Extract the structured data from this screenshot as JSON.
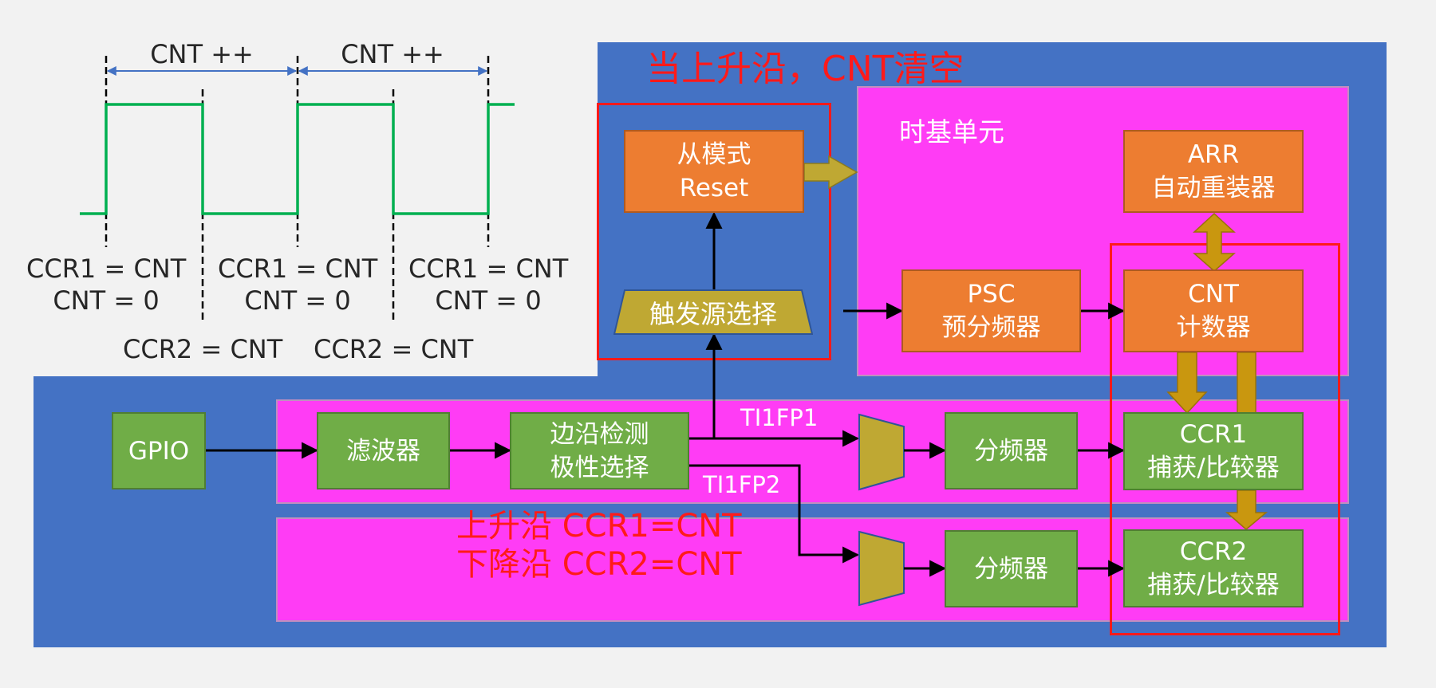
{
  "waveform": {
    "cnt_labels": [
      "CNT ++",
      "CNT ++"
    ],
    "rising_labels": [
      {
        "line1": "CCR1 = CNT",
        "line2": "CNT = 0"
      },
      {
        "line1": "CCR1 = CNT",
        "line2": "CNT = 0"
      },
      {
        "line1": "CCR1 = CNT",
        "line2": "CNT = 0"
      }
    ],
    "falling_labels": [
      "CCR2 = CNT",
      "CCR2 = CNT"
    ],
    "signal_color": "#00b050"
  },
  "annotations": {
    "reset_note": "当上升沿，CNT清空",
    "edge_note_line1": "上升沿 CCR1=CNT",
    "edge_note_line2": "下降沿 CCR2=CNT"
  },
  "blocks": {
    "slave_mode": {
      "line1": "从模式",
      "line2": "Reset"
    },
    "trigger_select": "触发源选择",
    "timebase_title": "时基单元",
    "arr": {
      "line1": "ARR",
      "line2": "自动重装器"
    },
    "psc": {
      "line1": "PSC",
      "line2": "预分频器"
    },
    "cnt": {
      "line1": "CNT",
      "line2": "计数器"
    },
    "gpio": "GPIO",
    "filter": "滤波器",
    "edge_detect": {
      "line1": "边沿检测",
      "line2": "极性选择"
    },
    "divider1": "分频器",
    "divider2": "分频器",
    "ccr1": {
      "line1": "CCR1",
      "line2": "捕获/比较器"
    },
    "ccr2": {
      "line1": "CCR2",
      "line2": "捕获/比较器"
    }
  },
  "signals": {
    "ti1fp1": "TI1FP1",
    "ti1fp2": "TI1FP2"
  },
  "colors": {
    "background_blue": "#4472c4",
    "unit_magenta": "#ff3cf5",
    "block_orange": "#ed7d31",
    "block_green": "#70ad47",
    "mux_olive": "#bfa833",
    "highlight_red": "#ff1a1a",
    "bus_arrow": "#c9970f"
  }
}
